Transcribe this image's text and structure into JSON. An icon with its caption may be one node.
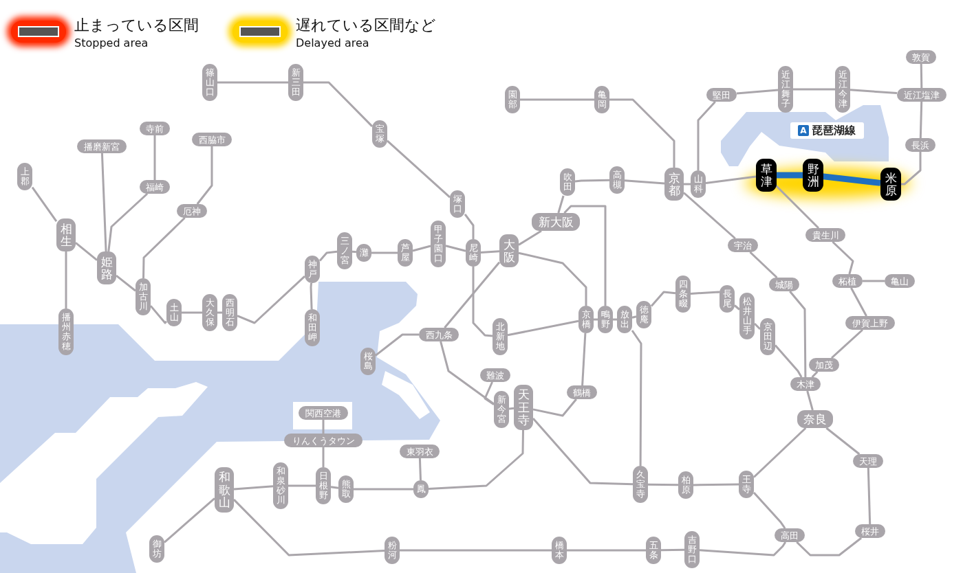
{
  "diagram": {
    "nodes": [
      {
        "text": [
          "篠山口"
        ]
      },
      {
        "text": [
          "新三田"
        ]
      },
      {
        "text": [
          "宝塚"
        ]
      },
      {
        "text": [
          "園部"
        ]
      },
      {
        "text": [
          "亀岡"
        ]
      },
      {
        "text": [
          "堅田"
        ]
      },
      {
        "text": [
          "近江舞子"
        ]
      },
      {
        "text": [
          "近江今津"
        ]
      },
      {
        "text": [
          "敦賀"
        ]
      },
      {
        "text": [
          "近江塩津"
        ]
      },
      {
        "text": [
          "A",
          "琵琶湖線"
        ]
      },
      {
        "text": [
          "長浜"
        ]
      },
      {
        "text": [
          "寺前"
        ]
      },
      {
        "text": [
          "播磨新宮"
        ]
      },
      {
        "text": [
          "西脇市"
        ]
      },
      {
        "text": [
          "上郡"
        ]
      },
      {
        "text": [
          "福崎"
        ]
      },
      {
        "text": [
          "吹田"
        ]
      },
      {
        "text": [
          "高槻"
        ]
      },
      {
        "text": [
          "京都"
        ]
      },
      {
        "text": [
          "山科"
        ]
      },
      {
        "text": [
          "草津"
        ]
      },
      {
        "text": [
          "野洲"
        ]
      },
      {
        "text": [
          "米原"
        ]
      },
      {
        "text": [
          "厄神"
        ]
      },
      {
        "text": [
          "新大阪"
        ]
      },
      {
        "text": [
          "相生"
        ]
      },
      {
        "text": [
          "甲子園口"
        ]
      },
      {
        "text": [
          "塚口"
        ]
      },
      {
        "text": [
          "三ノ宮"
        ]
      },
      {
        "text": [
          "灘"
        ]
      },
      {
        "text": [
          "芦屋"
        ]
      },
      {
        "text": [
          "尼崎"
        ]
      },
      {
        "text": [
          "大阪"
        ]
      },
      {
        "text": [
          "宇治"
        ]
      },
      {
        "text": [
          "貴生川"
        ]
      },
      {
        "text": [
          "姫路"
        ]
      },
      {
        "text": [
          "神戸"
        ]
      },
      {
        "text": [
          "加古川"
        ]
      },
      {
        "text": [
          "柘植"
        ]
      },
      {
        "text": [
          "亀山"
        ]
      },
      {
        "text": [
          "城陽"
        ]
      },
      {
        "text": [
          "土山"
        ]
      },
      {
        "text": [
          "大久保"
        ]
      },
      {
        "text": [
          "西明石"
        ]
      },
      {
        "text": [
          "和田岬"
        ]
      },
      {
        "text": [
          "播州赤穂"
        ]
      },
      {
        "text": [
          "四条畷"
        ]
      },
      {
        "text": [
          "徳庵"
        ]
      },
      {
        "text": [
          "長尾"
        ]
      },
      {
        "text": [
          "松井山手"
        ]
      },
      {
        "text": [
          "京田辺"
        ]
      },
      {
        "text": [
          "京橋"
        ]
      },
      {
        "text": [
          "鴫野"
        ]
      },
      {
        "text": [
          "放出"
        ]
      },
      {
        "text": [
          "伊賀上野"
        ]
      },
      {
        "text": [
          "西九条"
        ]
      },
      {
        "text": [
          "北新地"
        ]
      },
      {
        "text": [
          "桜島"
        ]
      },
      {
        "text": [
          "加茂"
        ]
      },
      {
        "text": [
          "木津"
        ]
      },
      {
        "text": [
          "難波"
        ]
      },
      {
        "text": [
          "鶴橋"
        ]
      },
      {
        "text": [
          "新今宮"
        ]
      },
      {
        "text": [
          "天王寺"
        ]
      },
      {
        "text": [
          "奈良"
        ]
      },
      {
        "text": [
          "関西空港"
        ]
      },
      {
        "text": [
          "りんくうタウン"
        ]
      },
      {
        "text": [
          "東羽衣"
        ]
      },
      {
        "text": [
          "天理"
        ]
      },
      {
        "text": [
          "和歌山"
        ]
      },
      {
        "text": [
          "和泉砂川"
        ]
      },
      {
        "text": [
          "日根野"
        ]
      },
      {
        "text": [
          "熊取"
        ]
      },
      {
        "text": [
          "鳳"
        ]
      },
      {
        "text": [
          "久宝寺"
        ]
      },
      {
        "text": [
          "柏原"
        ]
      },
      {
        "text": [
          "王寺"
        ]
      },
      {
        "text": [
          "高田"
        ]
      },
      {
        "text": [
          "桜井"
        ]
      },
      {
        "text": [
          "御坊"
        ]
      },
      {
        "text": [
          "粉河"
        ]
      },
      {
        "text": [
          "橋本"
        ]
      },
      {
        "text": [
          "五条"
        ]
      },
      {
        "text": [
          "吉野口"
        ]
      }
    ],
    "edges": [
      {
        "from": 0,
        "to": 1,
        "arrow": "none"
      },
      {
        "from": 1,
        "to": 2,
        "arrow": "none"
      },
      {
        "from": 2,
        "to": 28,
        "arrow": "none"
      },
      {
        "from": 28,
        "to": 32,
        "arrow": "none"
      },
      {
        "from": 3,
        "to": 4,
        "arrow": "none"
      },
      {
        "from": 4,
        "to": 19,
        "arrow": "none"
      },
      {
        "from": 5,
        "to": 6,
        "arrow": "none"
      },
      {
        "from": 6,
        "to": 7,
        "arrow": "none"
      },
      {
        "from": 7,
        "to": 9,
        "arrow": "none"
      },
      {
        "from": 8,
        "to": 9,
        "arrow": "none"
      },
      {
        "from": 9,
        "to": 11,
        "arrow": "none"
      },
      {
        "from": 11,
        "to": 23,
        "arrow": "none"
      },
      {
        "from": 5,
        "to": 20,
        "arrow": "none"
      },
      {
        "from": 19,
        "to": 20,
        "arrow": "none"
      },
      {
        "from": 20,
        "to": 21,
        "arrow": "none"
      },
      {
        "from": 21,
        "to": 22,
        "arrow": "none",
        "style": "thick",
        "color": "#1f6fbf"
      },
      {
        "from": 22,
        "to": 23,
        "arrow": "none",
        "style": "thick",
        "color": "#1f6fbf"
      },
      {
        "from": 19,
        "to": 18,
        "arrow": "none"
      },
      {
        "from": 18,
        "to": 17,
        "arrow": "none"
      },
      {
        "from": 17,
        "to": 25,
        "arrow": "none"
      },
      {
        "from": 25,
        "to": 33,
        "arrow": "none"
      },
      {
        "from": 19,
        "to": 34,
        "arrow": "none"
      },
      {
        "from": 34,
        "to": 41,
        "arrow": "none"
      },
      {
        "from": 41,
        "to": 60,
        "arrow": "none"
      },
      {
        "from": 21,
        "to": 35,
        "arrow": "none"
      },
      {
        "from": 35,
        "to": 39,
        "arrow": "none"
      },
      {
        "from": 39,
        "to": 40,
        "arrow": "none"
      },
      {
        "from": 39,
        "to": 55,
        "arrow": "none"
      },
      {
        "from": 55,
        "to": 59,
        "arrow": "none"
      },
      {
        "from": 59,
        "to": 60,
        "arrow": "none"
      },
      {
        "from": 60,
        "to": 65,
        "arrow": "none"
      },
      {
        "from": 12,
        "to": 16,
        "arrow": "none"
      },
      {
        "from": 16,
        "to": 36,
        "arrow": "none"
      },
      {
        "from": 13,
        "to": 36,
        "arrow": "none"
      },
      {
        "from": 15,
        "to": 26,
        "arrow": "none"
      },
      {
        "from": 26,
        "to": 46,
        "arrow": "none"
      },
      {
        "from": 26,
        "to": 36,
        "arrow": "none"
      },
      {
        "from": 36,
        "to": 38,
        "arrow": "none"
      },
      {
        "from": 14,
        "to": 24,
        "arrow": "none"
      },
      {
        "from": 24,
        "to": 38,
        "arrow": "none"
      },
      {
        "from": 38,
        "to": 42,
        "arrow": "none"
      },
      {
        "from": 42,
        "to": 43,
        "arrow": "none"
      },
      {
        "from": 43,
        "to": 44,
        "arrow": "none"
      },
      {
        "from": 44,
        "to": 37,
        "arrow": "none"
      },
      {
        "from": 37,
        "to": 45,
        "arrow": "none"
      },
      {
        "from": 37,
        "to": 29,
        "arrow": "none"
      },
      {
        "from": 29,
        "to": 30,
        "arrow": "none"
      },
      {
        "from": 30,
        "to": 31,
        "arrow": "none"
      },
      {
        "from": 31,
        "to": 27,
        "arrow": "none"
      },
      {
        "from": 27,
        "to": 32,
        "arrow": "none"
      },
      {
        "from": 32,
        "to": 33,
        "arrow": "none"
      },
      {
        "from": 32,
        "to": 57,
        "arrow": "none"
      },
      {
        "from": 57,
        "to": 52,
        "arrow": "none"
      },
      {
        "from": 52,
        "to": 53,
        "arrow": "none"
      },
      {
        "from": 53,
        "to": 54,
        "arrow": "none"
      },
      {
        "from": 54,
        "to": 48,
        "arrow": "none"
      },
      {
        "from": 48,
        "to": 47,
        "arrow": "none"
      },
      {
        "from": 47,
        "to": 49,
        "arrow": "none"
      },
      {
        "from": 49,
        "to": 50,
        "arrow": "none"
      },
      {
        "from": 50,
        "to": 51,
        "arrow": "none"
      },
      {
        "from": 51,
        "to": 60,
        "arrow": "none"
      },
      {
        "from": 25,
        "to": 53,
        "arrow": "none"
      },
      {
        "from": 54,
        "to": 75,
        "arrow": "none"
      },
      {
        "from": 33,
        "to": 52,
        "arrow": "none"
      },
      {
        "from": 52,
        "to": 62,
        "arrow": "none"
      },
      {
        "from": 62,
        "to": 64,
        "arrow": "none"
      },
      {
        "from": 64,
        "to": 63,
        "arrow": "none"
      },
      {
        "from": 63,
        "to": 56,
        "arrow": "none"
      },
      {
        "from": 56,
        "to": 33,
        "arrow": "none"
      },
      {
        "from": 56,
        "to": 58,
        "arrow": "none"
      },
      {
        "from": 61,
        "to": 63,
        "arrow": "none"
      },
      {
        "from": 64,
        "to": 74,
        "arrow": "none"
      },
      {
        "from": 74,
        "to": 68,
        "arrow": "none"
      },
      {
        "from": 74,
        "to": 73,
        "arrow": "none"
      },
      {
        "from": 73,
        "to": 72,
        "arrow": "none"
      },
      {
        "from": 72,
        "to": 67,
        "arrow": "none"
      },
      {
        "from": 67,
        "to": 66,
        "arrow": "none"
      },
      {
        "from": 72,
        "to": 71,
        "arrow": "none"
      },
      {
        "from": 71,
        "to": 70,
        "arrow": "none"
      },
      {
        "from": 70,
        "to": 80,
        "arrow": "none"
      },
      {
        "from": 70,
        "to": 81,
        "arrow": "none"
      },
      {
        "from": 81,
        "to": 82,
        "arrow": "none"
      },
      {
        "from": 82,
        "to": 83,
        "arrow": "none"
      },
      {
        "from": 83,
        "to": 84,
        "arrow": "none"
      },
      {
        "from": 84,
        "to": 78,
        "arrow": "none"
      },
      {
        "from": 64,
        "to": 75,
        "arrow": "none"
      },
      {
        "from": 75,
        "to": 76,
        "arrow": "none"
      },
      {
        "from": 76,
        "to": 77,
        "arrow": "none"
      },
      {
        "from": 77,
        "to": 65,
        "arrow": "none"
      },
      {
        "from": 77,
        "to": 78,
        "arrow": "none"
      },
      {
        "from": 65,
        "to": 69,
        "arrow": "none"
      },
      {
        "from": 69,
        "to": 79,
        "arrow": "none"
      },
      {
        "from": 79,
        "to": 78,
        "arrow": "none"
      }
    ],
    "legend": [
      {
        "text": "止まっている区間 Stopped area",
        "color": "#ff2a00"
      },
      {
        "text": "遅れている区間など Delayed area",
        "color": "#ffd400"
      }
    ]
  }
}
